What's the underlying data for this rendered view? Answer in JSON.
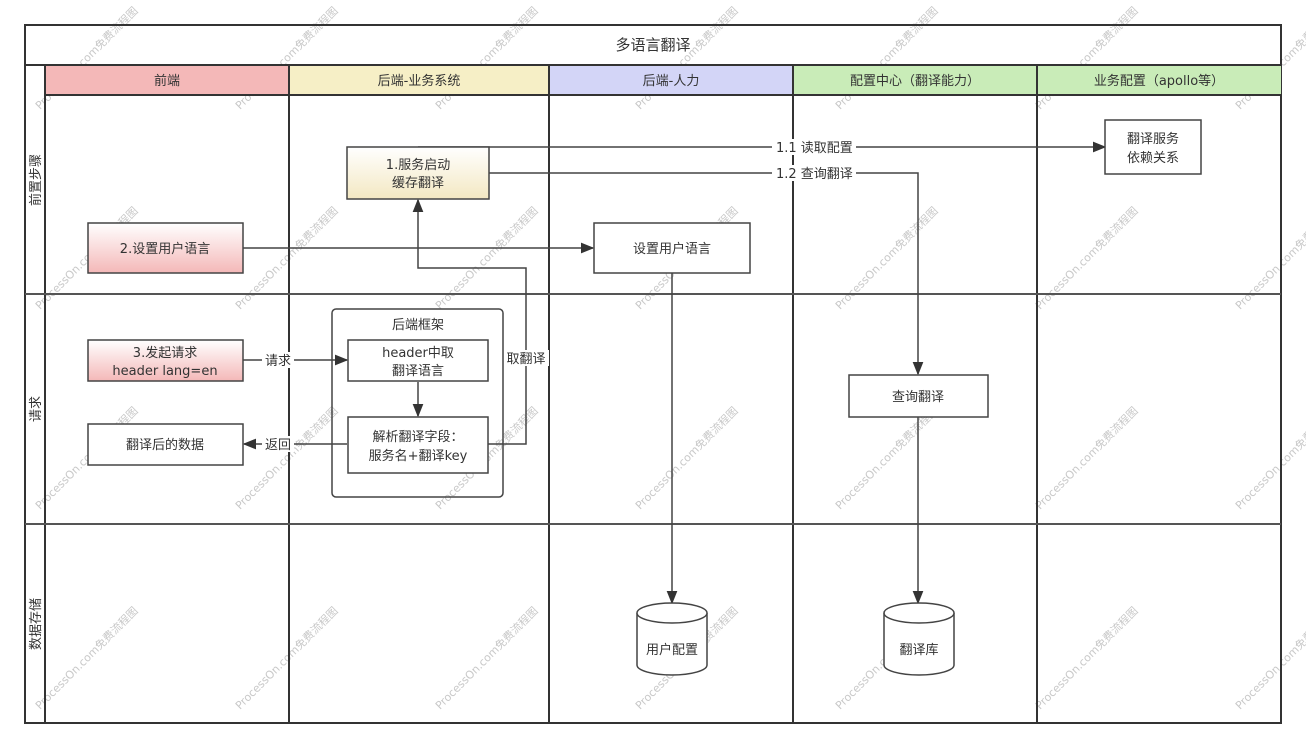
{
  "title": "多语言翻译",
  "lanes": [
    {
      "label": "前端",
      "color": "#f4b8b8"
    },
    {
      "label": "后端-业务系统",
      "color": "#f6efc6"
    },
    {
      "label": "后端-人力",
      "color": "#d3d5f7"
    },
    {
      "label": "配置中心（翻译能力）",
      "color": "#c9ecb8"
    },
    {
      "label": "业务配置（apollo等）",
      "color": "#c9ecb8"
    }
  ],
  "phases": [
    {
      "label": "前置步骤"
    },
    {
      "label": "请求"
    },
    {
      "label": "数据存储"
    }
  ],
  "nodes": {
    "service_start": {
      "line1": "1.服务启动",
      "line2": "缓存翻译"
    },
    "dependency": {
      "line1": "翻译服务",
      "line2": "依赖关系"
    },
    "set_lang_frontend": {
      "label": "2.设置用户语言"
    },
    "set_lang_hr": {
      "label": "设置用户语言"
    },
    "backend_framework": {
      "label": "后端框架"
    },
    "send_request": {
      "line1": "3.发起请求",
      "line2": "header lang=en"
    },
    "get_lang": {
      "line1": "header中取",
      "line2": "翻译语言"
    },
    "parse_fields": {
      "line1": "解析翻译字段：",
      "line2": "服务名+翻译key"
    },
    "translated_data": {
      "label": "翻译后的数据"
    },
    "query_translation": {
      "label": "查询翻译"
    },
    "user_config_db": {
      "label": "用户配置"
    },
    "translation_db": {
      "label": "翻译库"
    }
  },
  "edges": {
    "read_config": "1.1 读取配置",
    "query_translation": "1.2 查询翻译",
    "request": "请求",
    "fetch_translation": "取翻译",
    "return": "返回"
  },
  "watermark": "ProcessOn.com免费流程图"
}
